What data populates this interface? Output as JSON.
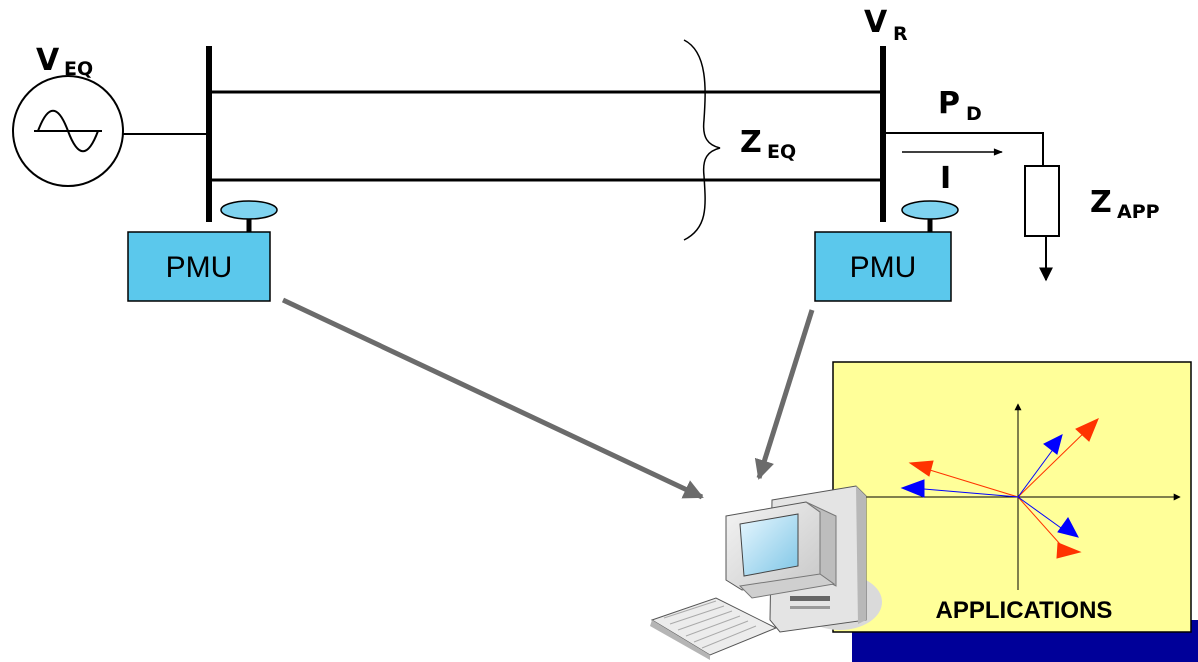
{
  "labels": {
    "source_voltage": {
      "main": "V",
      "sub": "EQ"
    },
    "receiving_voltage": {
      "main": "V",
      "sub": "R"
    },
    "power_demand": {
      "main": "P",
      "sub": "D"
    },
    "equivalent_impedance": {
      "main": "Z",
      "sub": "EQ"
    },
    "apparent_impedance": {
      "main": "Z",
      "sub": "APP"
    },
    "current": "I"
  },
  "pmu_left": {
    "label": "PMU"
  },
  "pmu_right": {
    "label": "PMU"
  },
  "applications": {
    "label": "APPLICATIONS"
  },
  "colors": {
    "pmu_fill": "#5bc8ec",
    "antenna_fill": "#7fd3f0",
    "panel_fill": "#ffff99",
    "panel_bar": "#000099",
    "link_arrow": "#6b6b6b",
    "phasor_red": "#ff3300",
    "phasor_blue": "#0000ff"
  }
}
